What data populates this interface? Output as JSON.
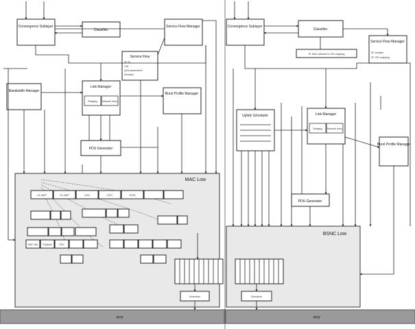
{
  "left": {
    "convergence_sublayer": "Convergence Sublayer",
    "classifier": "Classifier",
    "service_flow_manager": "Service Flow Manager",
    "service_flow_box": {
      "title": "Service Flow",
      "lines": [
        "SF ID",
        "CID",
        "QoS parameters",
        "Direction"
      ]
    },
    "bandwidth_manager": "Bandwidth Manager",
    "link_manager": "Link Manager",
    "link_sub": [
      "Ranging",
      "Network entry"
    ],
    "burst_profile_manager": "Burst Profile Manager",
    "pdu_generator": "PDU Generator",
    "mac_low": "MAC Low",
    "scheduler": "Scheduler",
    "phy": "PHY",
    "pdu_row1": [
      "UL-MAP",
      "DL-MAP",
      "UCD",
      "DCD",
      "DATA"
    ],
    "pdu_row3": [
      "MAC Hdr",
      "Payload",
      "CRC"
    ]
  },
  "right": {
    "convergence_sublayer": "Convergence Sublayer",
    "classifier": "Classifier",
    "classifier_note": "IP, MAC address to CID mapping",
    "service_flow_manager": "Service Flow Manager",
    "sfm_note": [
      "SF creation",
      "SF CID mapping"
    ],
    "uplink_scheduler": "Uplink Scheduler",
    "link_manager": "Link Manager",
    "link_sub": [
      "Ranging",
      "Network entry"
    ],
    "burst_profile_manager": "Burst Profile Manager",
    "pdu_generator": "PDU Generator",
    "bsnc_low": "BSNC Low",
    "scheduler": "Scheduler",
    "phy": "PHY"
  }
}
